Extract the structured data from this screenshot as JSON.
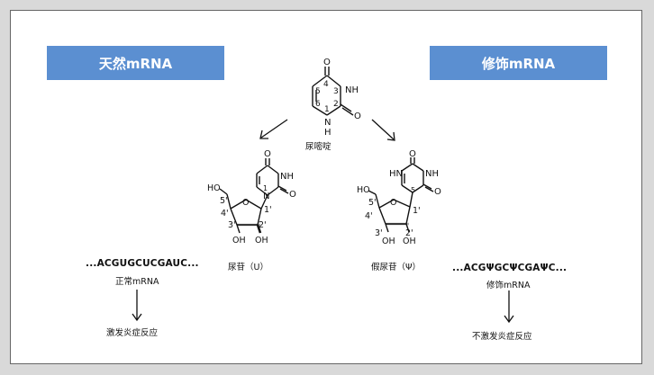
{
  "left": {
    "banner": "天然mRNA",
    "sequence": "...ACGUGCUCGAUC...",
    "sequence_label": "正常mRNA",
    "result": "激发炎症反应"
  },
  "right": {
    "banner": "修饰mRNA",
    "sequence": "...ACGΨGCΨCGAΨC...",
    "sequence_label": "修饰mRNA",
    "result": "不激发炎症反应"
  },
  "uracil": {
    "caption": "尿嘧啶"
  },
  "uridine": {
    "caption": "尿苷（U）"
  },
  "pseudouridine": {
    "caption": "假尿苷（Ψ）"
  },
  "atom_labels": {
    "O": "O",
    "NH": "NH",
    "N": "N",
    "H": "H",
    "HO": "HO",
    "OH": "OH",
    "n1": "1",
    "n2": "2",
    "n3": "3",
    "n4": "4",
    "n5": "5",
    "n6": "6",
    "p1": "1'",
    "p2": "2'",
    "p3": "3'",
    "p4": "4'",
    "p5": "5'"
  }
}
